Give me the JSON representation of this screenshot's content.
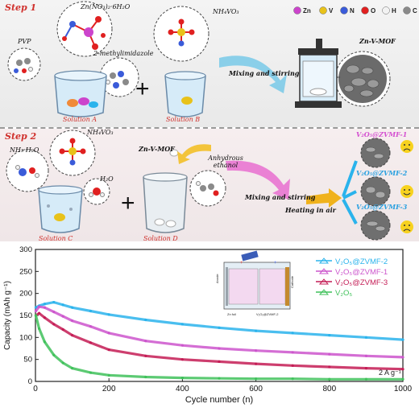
{
  "step1": {
    "title": "Step 1",
    "labels": {
      "zn_nitrate": "Zn(NO₃)₂·6H₂O",
      "pvp": "PVP",
      "methylimidazole": "2-methylimidazole",
      "nh4vo3": "NH₄VO₃",
      "mixing": "Mixing and stirring",
      "zn_v_mof": "Zn-V-MOF"
    },
    "solution_a": "Solution A",
    "solution_b": "Solution B"
  },
  "atom_legend": [
    {
      "symbol": "Zn",
      "color": "#cc44cc"
    },
    {
      "symbol": "V",
      "color": "#e8c21a"
    },
    {
      "symbol": "N",
      "color": "#3a5bd9"
    },
    {
      "symbol": "O",
      "color": "#e02020"
    },
    {
      "symbol": "H",
      "color": "#f2f2f2"
    },
    {
      "symbol": "C",
      "color": "#8a8a8a"
    }
  ],
  "step2": {
    "title": "Step 2",
    "labels": {
      "nh3h2o": "NH₃·H₂O",
      "nh4vo3": "NH₄VO₃",
      "h2o": "H₂O",
      "zn_v_mof": "Zn-V-MOF",
      "anhydrous_ethanol": "Anhydrous ethanol",
      "mixing": "Mixing and stirring",
      "heating": "Heating in air"
    },
    "solution_c": "Solution C",
    "solution_d": "Solution D",
    "products": [
      {
        "label": "V₂O₅@ZVMF-1",
        "mood": "sad"
      },
      {
        "label": "V₂O₅@ZVMF-2",
        "mood": "happy"
      },
      {
        "label": "V₂O₅@ZVMF-3",
        "mood": "sad"
      }
    ]
  },
  "inset": {
    "anode": "Anode",
    "cathode": "Cathode",
    "zn_foil": "Zn foil",
    "cathode_material": "V₂O₅@ZVMF-2"
  },
  "chart_data": {
    "type": "scatter",
    "xlabel": "Cycle number (n)",
    "ylabel": "Capacity (mAh g⁻¹)",
    "xlim": [
      0,
      1000
    ],
    "ylim": [
      0,
      300
    ],
    "x_ticks": [
      0,
      200,
      400,
      600,
      800,
      1000
    ],
    "y_ticks": [
      0,
      50,
      100,
      150,
      200,
      250,
      300
    ],
    "annotation": "2 A g⁻¹",
    "legend_position": "top-right",
    "series": [
      {
        "name": "V₂O₅@ZVMF-2",
        "color": "#2ab3ec",
        "x": [
          1,
          10,
          25,
          50,
          75,
          100,
          150,
          200,
          300,
          400,
          500,
          600,
          700,
          800,
          900,
          1000
        ],
        "values": [
          168,
          172,
          176,
          180,
          174,
          168,
          160,
          152,
          140,
          130,
          122,
          115,
          110,
          105,
          100,
          95
        ]
      },
      {
        "name": "V₂O₅@ZVMF-1",
        "color": "#cc55cc",
        "x": [
          1,
          10,
          25,
          50,
          75,
          100,
          150,
          200,
          300,
          400,
          500,
          600,
          700,
          800,
          900,
          1000
        ],
        "values": [
          160,
          170,
          168,
          158,
          148,
          138,
          125,
          110,
          92,
          82,
          75,
          70,
          66,
          62,
          58,
          55
        ]
      },
      {
        "name": "V₂O₅@ZVMF-3",
        "color": "#c41c55",
        "x": [
          1,
          10,
          25,
          50,
          75,
          100,
          150,
          200,
          300,
          400,
          500,
          600,
          700,
          800,
          900,
          1000
        ],
        "values": [
          150,
          155,
          145,
          130,
          118,
          105,
          88,
          72,
          58,
          50,
          45,
          40,
          36,
          33,
          30,
          28
        ]
      },
      {
        "name": "V₂O₅",
        "color": "#3fc15a",
        "x": [
          1,
          10,
          25,
          50,
          75,
          100,
          150,
          200,
          300,
          400,
          500,
          600,
          700,
          800,
          900,
          1000
        ],
        "values": [
          150,
          120,
          90,
          60,
          42,
          30,
          20,
          14,
          10,
          8,
          7,
          6,
          6,
          5,
          5,
          5
        ]
      }
    ]
  }
}
